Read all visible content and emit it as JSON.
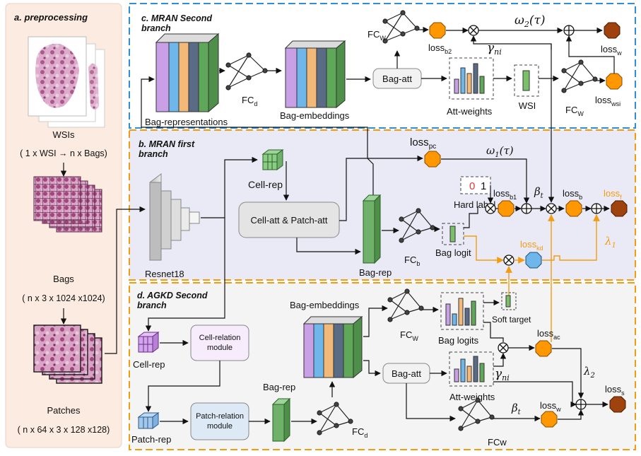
{
  "panels": {
    "a": {
      "title": "a. preprocessing"
    },
    "c": {
      "title_line1": "c. MRAN Second",
      "title_line2": "branch"
    },
    "b": {
      "title_line1": "b. MRAN first",
      "title_line2": "branch"
    },
    "d": {
      "title_line1": "d. AGKD Second",
      "title_line2": "branch"
    }
  },
  "preprocessing": {
    "wsis": "WSIs",
    "wsi_to_bags": "( 1 x WSI →  n x Bags)",
    "bags": "Bags",
    "bags_dim": "( n x 3 x 1024 x1024)",
    "patches": "Patches",
    "patches_dim": "( n x 64 x 3 x 128 x128)"
  },
  "c": {
    "bag_representations": "Bag-representations",
    "fc_d": "FC",
    "fc_d_sub": "d",
    "bag_embeddings": "Bag-embeddings",
    "bag_att": "Bag-att",
    "att_weights": "Att-weights",
    "wsi": "WSI",
    "fc_w_top": "FC",
    "fc_w_top_sub": "W",
    "fc_w_right": "FC",
    "fc_w_right_sub": "W",
    "loss_b2": "loss",
    "loss_b2_sub": "b2",
    "omega2": "ω",
    "omega2_sub": "2",
    "omega2_arg": "(τ)",
    "gamma": "γ",
    "gamma_sub": "ni",
    "loss_w": "loss",
    "loss_w_sub": "w",
    "loss_wsi": "loss",
    "loss_wsi_sub": "wsi"
  },
  "b": {
    "resnet": "Resnet18",
    "cell_rep": "Cell-rep",
    "cell_patch_att": "Cell-att & Patch-att",
    "bag_rep": "Bag-rep",
    "fc_b": "FC",
    "fc_b_sub": "b",
    "bag_logit": "Bag logit",
    "hard_label": "Hard label",
    "label_0": "0",
    "label_1": "1",
    "loss_pc": "loss",
    "loss_pc_sub": "pc",
    "omega1": "ω",
    "omega1_sub": "1",
    "omega1_arg": "(τ)",
    "loss_b1": "loss",
    "loss_b1_sub": "b1",
    "beta_t": "β",
    "beta_t_sub": "t",
    "loss_b": "loss",
    "loss_b_sub": "b",
    "loss_f": "loss",
    "loss_f_sub": "f",
    "loss_kd": "loss",
    "loss_kd_sub": "kd",
    "lambda1": "λ",
    "lambda1_sub": "1"
  },
  "d": {
    "cell_rep": "Cell-rep",
    "cell_relation": "Cell-relation",
    "module1": "module",
    "patch_rep": "Patch-rep",
    "patch_relation": "Patch-relation",
    "module2": "module",
    "bag_rep": "Bag-rep",
    "fc_d": "FC",
    "fc_d_sub": "d",
    "bag_embeddings": "Bag-embeddings",
    "fc_w": "FC",
    "fc_w_sub": "W",
    "bag_logits": "Bag logits",
    "soft_target": "Soft target",
    "loss_ac": "loss",
    "loss_ac_sub": "ac",
    "bag_att": "Bag-att",
    "att_weights": "Att-weights",
    "gamma": "γ",
    "gamma_sub": "ni",
    "beta_t": "β",
    "beta_t_sub": "t",
    "loss_w": "loss",
    "loss_w_sub": "w",
    "fcw": "FCw",
    "lambda2": "λ",
    "lambda2_sub": "2",
    "loss_s": "loss",
    "loss_s_sub": "s"
  },
  "colors": {
    "panel_a_bg": "#fbebe0",
    "panel_c_border": "#2e8fd8",
    "panel_b_bg": "#e9eaf5",
    "panel_d_bg": "#f4f4f4",
    "orange": "#f39c12",
    "loss_orange": "#ff9800",
    "loss_brown": "#a0420d",
    "bag_purple": "#c9a0e6",
    "bag_blue": "#6fb7ea",
    "bag_orange": "#f3b978",
    "bag_slate": "#5a6b85",
    "bag_green": "#5fa85a"
  }
}
